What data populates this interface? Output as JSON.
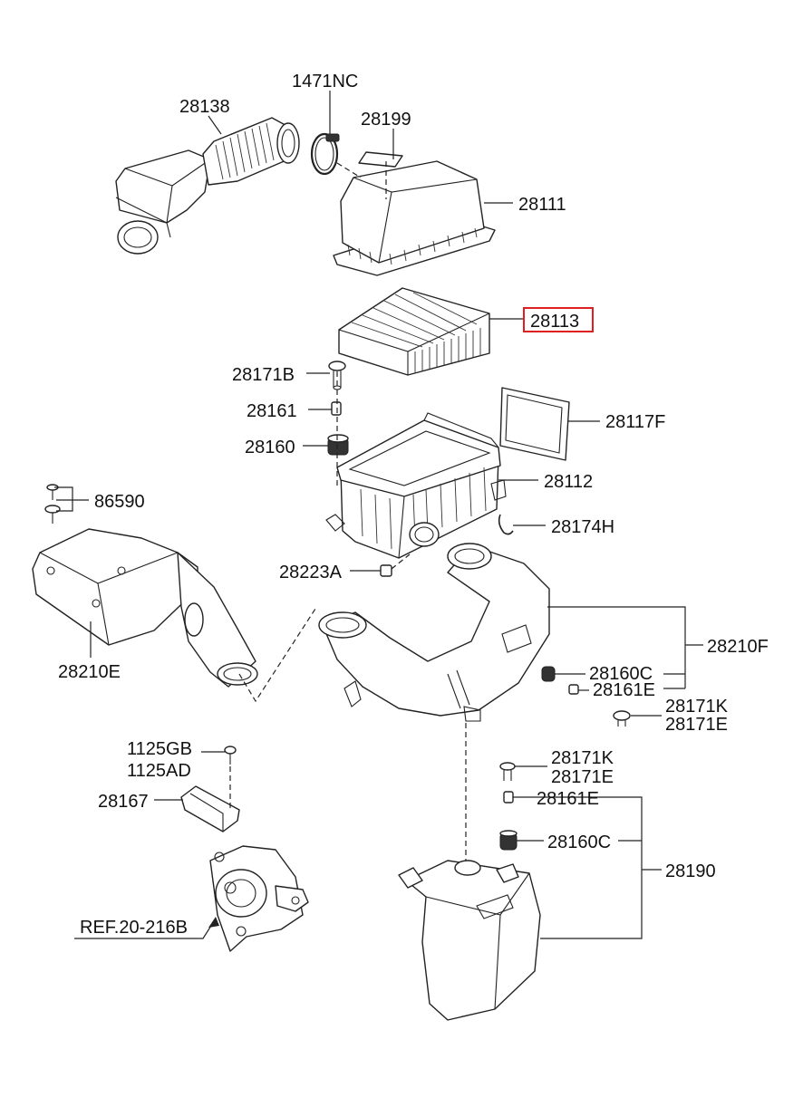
{
  "diagram": {
    "labels": {
      "p28138": "28138",
      "p1471NC": "1471NC",
      "p28199": "28199",
      "p28111": "28111",
      "p28113": "28113",
      "p28171B": "28171B",
      "p28161": "28161",
      "p28160": "28160",
      "p28117F": "28117F",
      "p28112": "28112",
      "p86590": "86590",
      "p28174H": "28174H",
      "p28223A": "28223A",
      "p28210F": "28210F",
      "p28210E": "28210E",
      "p28160C_a": "28160C",
      "p28161E_a": "28161E",
      "p28171K_a": "28171K",
      "p28171E_a": "28171E",
      "p1125GB": "1125GB",
      "p1125AD": "1125AD",
      "p28167": "28167",
      "p28171K_b": "28171K",
      "p28171E_b": "28171E",
      "p28161E_b": "28161E",
      "p28160C_b": "28160C",
      "p28190": "28190",
      "ref": "REF.20-216B"
    },
    "highlight": {
      "part": "28113",
      "color": "#e02020"
    }
  }
}
